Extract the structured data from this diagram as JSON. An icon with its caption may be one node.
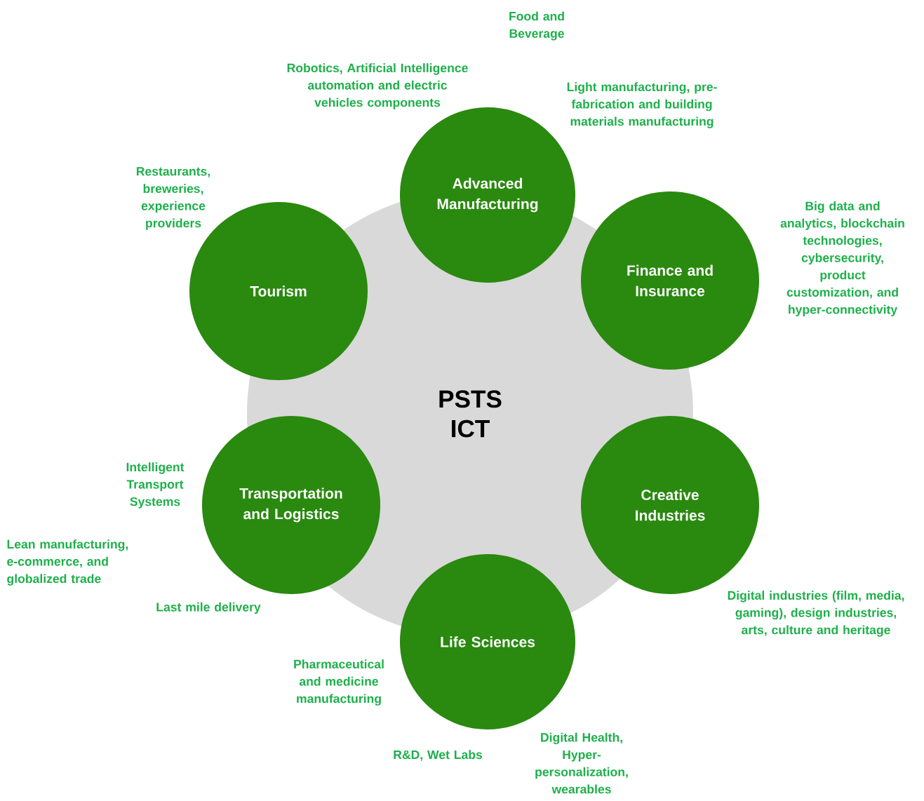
{
  "diagram": {
    "nodes": [
      {
        "text": [
          "PSTS ICT"
        ]
      },
      {
        "text": [
          "Advanced Manufacturing"
        ],
        "beside": [
          "Robotics, Artificial Intelligence automation and electric vehicles components",
          "Food and Beverage",
          "Light manufacturing, pre-fabrication and building materials manufacturing"
        ]
      },
      {
        "text": [
          "Finance and Insurance"
        ],
        "beside": [
          "Big data and analytics, blockchain technologies, cybersecurity, product customization, and hyper-connectivity"
        ]
      },
      {
        "text": [
          "Creative Industries"
        ],
        "beside": [
          "Digital industries (film, media, gaming), design industries, arts, culture and heritage"
        ]
      },
      {
        "text": [
          "Life Sciences"
        ],
        "beside": [
          "Pharmaceutical and medicine manufacturing",
          "R&D, Wet Labs",
          "Digital Health, Hyper-personalization, wearables"
        ]
      },
      {
        "text": [
          "Transportation and Logistics"
        ],
        "beside": [
          "Intelligent Transport Systems",
          "Lean manufacturing, e-commerce, and globalized trade"
        ]
      },
      {
        "text": [
          "Tourism"
        ],
        "beside": [
          "Restaurants, breweries, experience providers"
        ]
      }
    ],
    "labels": [
      "Last mile delivery"
    ]
  }
}
